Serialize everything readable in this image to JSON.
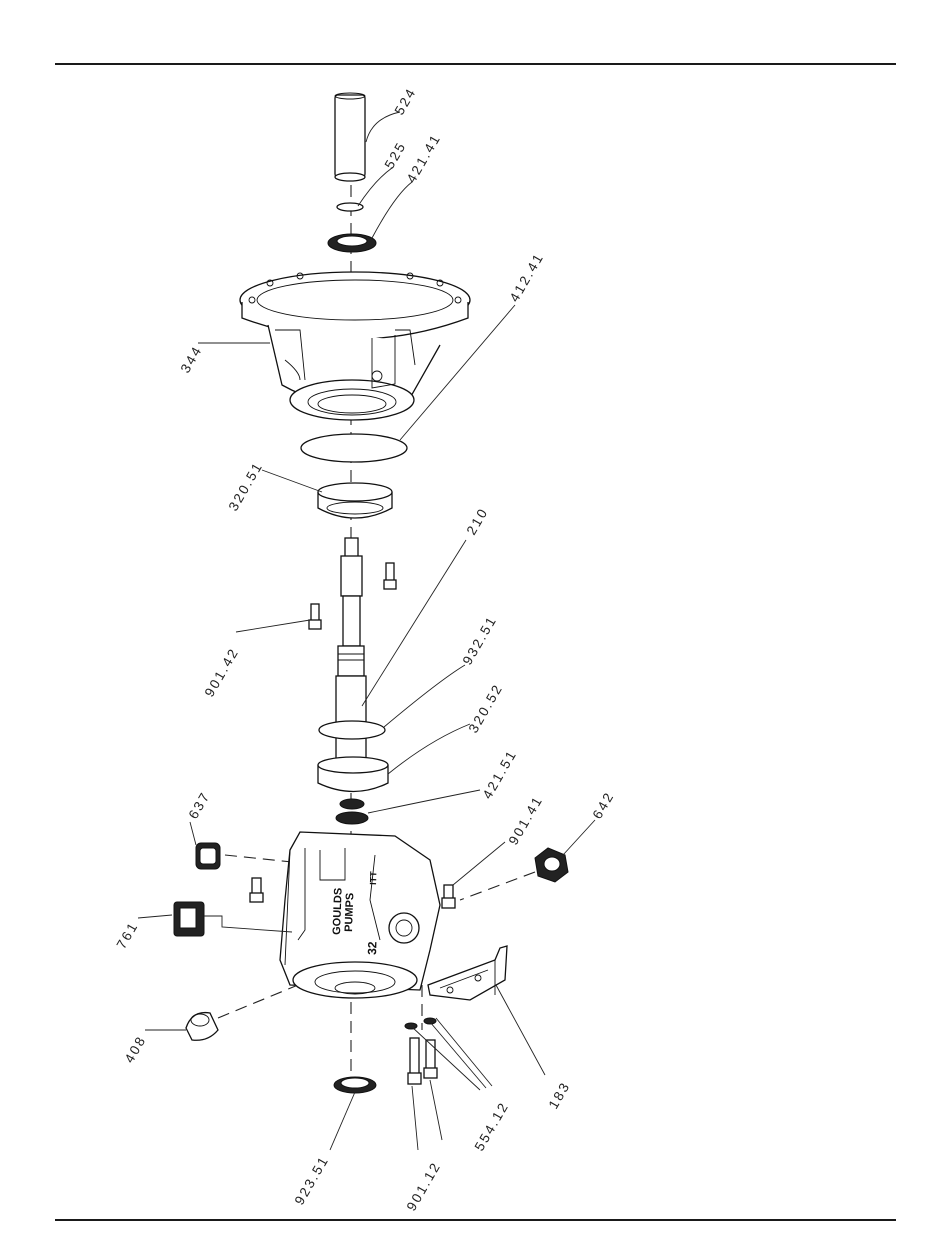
{
  "drawing": {
    "brand_text_line1": "GOULDS",
    "brand_text_line2": "PUMPS",
    "casing_mark": "32",
    "side_mark": "ITT",
    "callouts": [
      {
        "id": "524",
        "text": "524"
      },
      {
        "id": "525",
        "text": "525"
      },
      {
        "id": "421-41",
        "text": "421.41"
      },
      {
        "id": "412-41",
        "text": "412.41"
      },
      {
        "id": "344",
        "text": "344"
      },
      {
        "id": "320-51",
        "text": "320.51"
      },
      {
        "id": "210",
        "text": "210"
      },
      {
        "id": "901-42",
        "text": "901.42"
      },
      {
        "id": "932-51",
        "text": "932.51"
      },
      {
        "id": "320-52",
        "text": "320.52"
      },
      {
        "id": "421-51",
        "text": "421.51"
      },
      {
        "id": "637",
        "text": "637"
      },
      {
        "id": "642",
        "text": "642"
      },
      {
        "id": "901-41",
        "text": "901.41"
      },
      {
        "id": "761",
        "text": "761"
      },
      {
        "id": "408",
        "text": "408"
      },
      {
        "id": "183",
        "text": "183"
      },
      {
        "id": "554-12",
        "text": "554.12"
      },
      {
        "id": "923-51",
        "text": "923.51"
      },
      {
        "id": "901-12",
        "text": "901.12"
      }
    ]
  }
}
